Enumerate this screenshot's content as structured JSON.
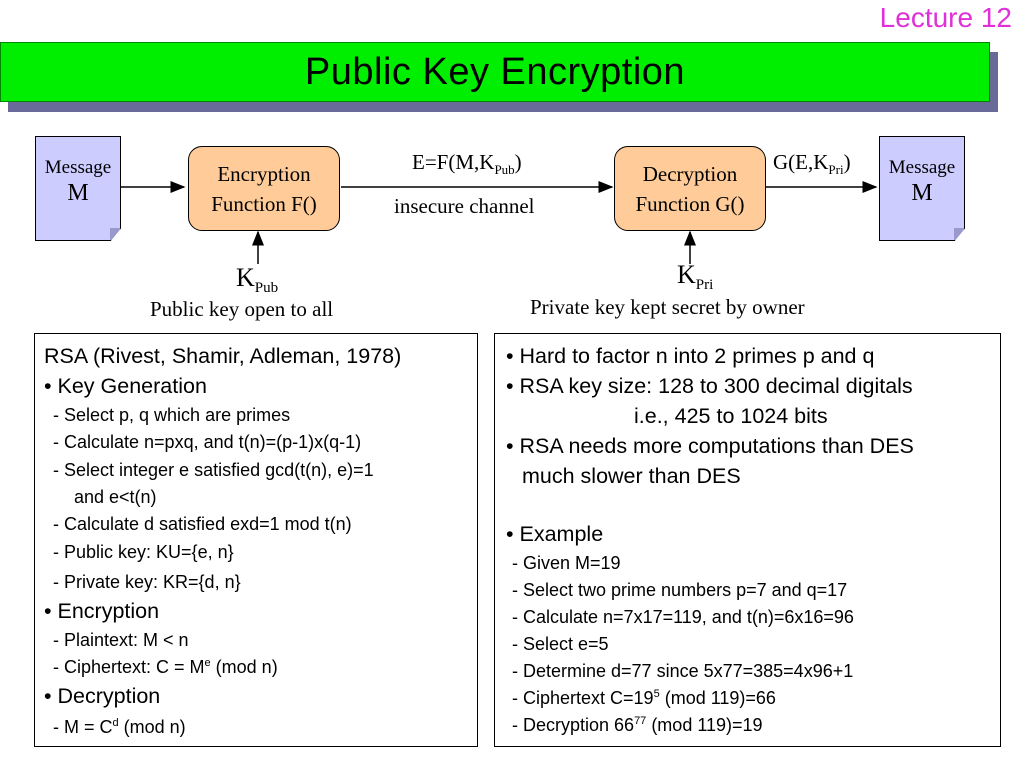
{
  "header": {
    "lecture": "Lecture 12",
    "title": "Public Key Encryption"
  },
  "diagram": {
    "message_left": {
      "label": "Message",
      "symbol": "M"
    },
    "message_right": {
      "label": "Message",
      "symbol": "M"
    },
    "encryption": {
      "line1": "Encryption",
      "line2": "Function F()"
    },
    "decryption": {
      "line1": "Decryption",
      "line2": "Function G()"
    },
    "channel_top": {
      "text": "E=F(M,K",
      "sub": "Pub",
      "tail": ")"
    },
    "channel_bottom": "insecure channel",
    "output": {
      "text": "G(E,K",
      "sub": "Pri",
      "tail": ")"
    },
    "public_key": {
      "symbol": "K",
      "sub": "Pub",
      "caption": "Public key open to all"
    },
    "private_key": {
      "symbol": "K",
      "sub": "Pri",
      "caption": "Private key kept secret by owner"
    }
  },
  "left_box": {
    "heading": "RSA (Rivest, Shamir, Adleman, 1978)",
    "keygen": "• Key Generation",
    "keygen_steps": [
      "- Select p, q which are primes",
      "- Calculate n=pxq, and t(n)=(p-1)x(q-1)",
      "- Select integer e satisfied gcd(t(n), e)=1",
      "and e<t(n)",
      "- Calculate d satisfied exd=1 mod t(n)",
      "- Public key:  KU={e, n}",
      "- Private key: KR={d, n}"
    ],
    "encryption": "• Encryption",
    "plaintext": "- Plaintext:   M < n",
    "ciphertext": {
      "pre": "- Ciphertext: C = M",
      "sup": "e",
      "post": " (mod n)"
    },
    "decryption": "• Decryption",
    "decrypt_step": {
      "pre": "- M = C",
      "sup": "d",
      "post": " (mod n)"
    }
  },
  "right_box": {
    "bullets": [
      "• Hard to factor n into 2 primes p and q",
      "• RSA key size: 128 to 300 decimal digitals",
      "i.e., 425 to 1024 bits",
      "• RSA needs more computations than DES",
      "much slower than DES"
    ],
    "example": "• Example",
    "steps": [
      "- Given M=19",
      "- Select two prime numbers p=7 and q=17",
      "- Calculate n=7x17=119, and t(n)=6x16=96",
      "- Select e=5",
      "- Determine d=77 since 5x77=385=4x96+1"
    ],
    "cipher": {
      "pre": "- Ciphertext C=19",
      "sup": "5",
      "post": " (mod 119)=66"
    },
    "decrypt": {
      "pre": "- Decryption 66",
      "sup": "77",
      "post": " (mod 119)=19"
    }
  }
}
